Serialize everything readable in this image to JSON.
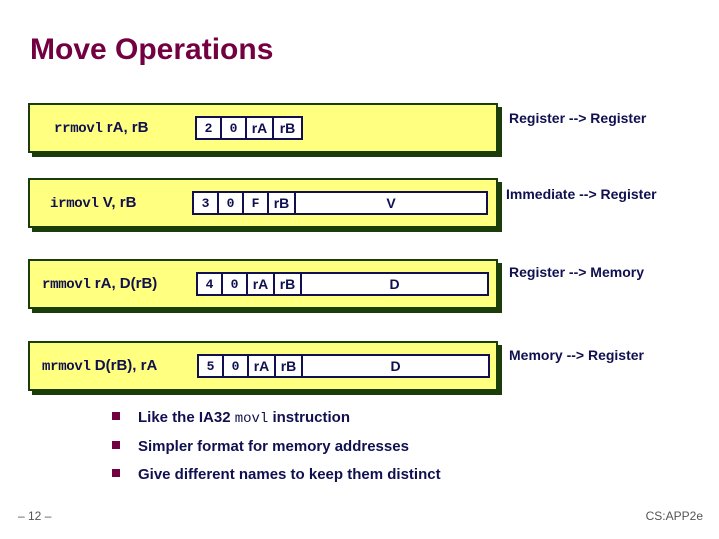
{
  "slide": {
    "title": "Move Operations",
    "footer_left": "– 12 –",
    "footer_right": "CS:APP2e",
    "colors": {
      "title": "#730040",
      "panel_fill": "#ffff80",
      "panel_border": "#1a3d0a",
      "text_navy": "#101050",
      "bullet": "#730040"
    }
  },
  "instructions": [
    {
      "mnemonic_mono": "rrmovl",
      "mnemonic_sans": " rA, rB",
      "cells": [
        {
          "text": "2",
          "style": "mono",
          "width": "w-num"
        },
        {
          "text": "0",
          "style": "mono",
          "width": "w-num"
        },
        {
          "text": "rA",
          "style": "sans",
          "width": "w-reg"
        },
        {
          "text": "rB",
          "style": "sans",
          "width": "w-reg"
        }
      ],
      "caption": "Register --> Register"
    },
    {
      "mnemonic_mono": "irmovl",
      "mnemonic_sans": " V, rB",
      "cells": [
        {
          "text": "3",
          "style": "mono",
          "width": "w-num"
        },
        {
          "text": "0",
          "style": "mono",
          "width": "w-num"
        },
        {
          "text": "F",
          "style": "mono",
          "width": "w-num"
        },
        {
          "text": "rB",
          "style": "sans",
          "width": "w-reg"
        },
        {
          "text": "V",
          "style": "sans",
          "width": "w-wide"
        }
      ],
      "caption": "Immediate --> Register"
    },
    {
      "mnemonic_mono": "rmmovl",
      "mnemonic_sans": " rA, D(rB)",
      "cells": [
        {
          "text": "4",
          "style": "mono",
          "width": "w-num"
        },
        {
          "text": "0",
          "style": "mono",
          "width": "w-num"
        },
        {
          "text": "rA",
          "style": "sans",
          "width": "w-reg"
        },
        {
          "text": "rB",
          "style": "sans",
          "width": "w-reg"
        },
        {
          "text": "D",
          "style": "sans",
          "width": "w-wide2"
        }
      ],
      "caption": "Register --> Memory"
    },
    {
      "mnemonic_mono": "mrmovl",
      "mnemonic_sans": " D(rB), rA",
      "cells": [
        {
          "text": "5",
          "style": "mono",
          "width": "w-num"
        },
        {
          "text": "0",
          "style": "mono",
          "width": "w-num"
        },
        {
          "text": "rA",
          "style": "sans",
          "width": "w-reg"
        },
        {
          "text": "rB",
          "style": "sans",
          "width": "w-reg"
        },
        {
          "text": "D",
          "style": "sans",
          "width": "w-wide2"
        }
      ],
      "caption": "Memory --> Register"
    }
  ],
  "bullets": [
    {
      "pre": "Like the IA32 ",
      "mono": "movl",
      "post": " instruction"
    },
    {
      "pre": "Simpler format for memory addresses",
      "mono": "",
      "post": ""
    },
    {
      "pre": "Give different names to keep them distinct",
      "mono": "",
      "post": ""
    }
  ]
}
